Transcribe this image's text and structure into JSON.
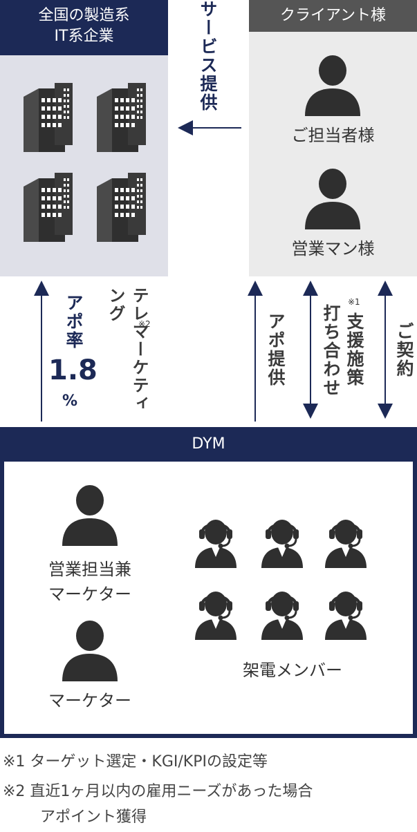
{
  "left_box": {
    "title_line1": "全国の製造系",
    "title_line2": "IT系企業"
  },
  "right_box": {
    "title": "クライアント様",
    "person1_label": "ご担当者様",
    "person2_label": "営業マン様"
  },
  "flow_service": "サービス提供",
  "flow_apo_rate_label": "アポ率",
  "flow_apo_rate_value": "1.8",
  "flow_apo_rate_unit": "%",
  "flow_telemarketing": "テレマーケティング",
  "flow_telemarketing_note": "※2",
  "flow_apo_provide": "アポ提供",
  "flow_support_line1": "支援施策",
  "flow_support_line2": "打ち合わせ",
  "flow_support_note": "※1",
  "flow_contract": "ご契約",
  "dym_box": {
    "title": "DYM",
    "person1_label_line1": "営業担当兼",
    "person1_label_line2": "マーケター",
    "person2_label": "マーケター",
    "callers_label": "架電メンバー"
  },
  "footnotes": {
    "note1": "※1  ターゲット選定・KGI/KPIの設定等",
    "note2_line1": "※2  直近1ヶ月以内の雇用ニーズがあった場合",
    "note2_line2": "アポイント獲得"
  },
  "colors": {
    "navy": "#1c2956",
    "gray_header": "#555555",
    "left_bg": "#dfe0e8",
    "right_bg": "#ebebeb",
    "icon": "#2f2f2f"
  }
}
